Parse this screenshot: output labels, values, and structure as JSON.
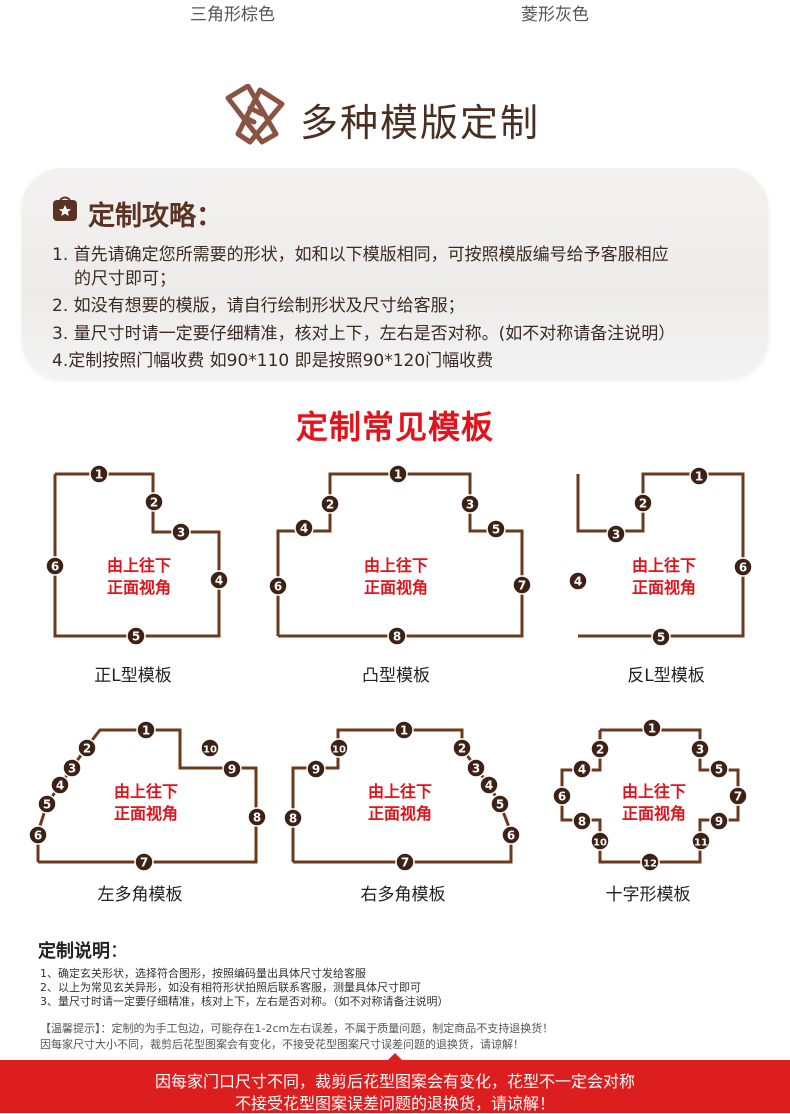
{
  "top_labels": [
    "三角形棕色",
    "菱形灰色"
  ],
  "heading": {
    "title": "多种模版定制",
    "icon": "pencil-ruler-icon"
  },
  "guide": {
    "icon": "star-bag-icon",
    "title": "定制攻略：",
    "lines": [
      "1. 首先请确定您所需要的形状，如和以下模版相同，可按照模版编号给予客服相应",
      "的尺寸即可；",
      "2. 如没有想要的模版，请自行绘制形状及尺寸给客服；",
      "3. 量尺寸时请一定要仔细精准，核对上下，左右是否对称。(如不对称请备注说明）",
      "4.定制按照门幅收费  如90*110  即是按照90*120门幅收费"
    ]
  },
  "templates_title": "定制常见模板",
  "templates": [
    {
      "caption": "正L型模板",
      "center_lines": [
        "由上往下",
        "正面视角"
      ]
    },
    {
      "caption": "凸型模板",
      "center_lines": [
        "由上往下",
        "正面视角"
      ]
    },
    {
      "caption": "反L型模板",
      "center_lines": [
        "由上往下",
        "正面视角"
      ]
    },
    {
      "caption": "左多角模板",
      "center_lines": [
        "由上往下",
        "正面视角"
      ]
    },
    {
      "caption": "右多角模板",
      "center_lines": [
        "由上往下",
        "正面视角"
      ]
    },
    {
      "caption": "十字形模板",
      "center_lines": [
        "由上往下",
        "正面视角"
      ]
    }
  ],
  "notes": {
    "title": "定制说明",
    "title_suffix": "：",
    "lines": [
      "1、确定玄关形状，选择符合图形，按照编码量出具体尺寸发给客服",
      "2、以上为常见玄关异形，如没有相符形状拍照后联系客服，测量具体尺寸即可",
      "3、量尺寸时请一定要仔细精准，核对上下，左右是否对称。（如不对称请备注说明）"
    ],
    "warm_lines": [
      "【温馨提示】：定制的为手工包边，可能存在1-2cm左右误差，不属于质量问题，制定商品不支持退换货！",
      "因每家尺寸大小不同，裁剪后花型图案会有变化，不接受花型图案尺寸误差问题的退换货，请谅解！"
    ]
  },
  "banner": {
    "lines": [
      "因每家门口尺寸不同，裁剪后花型图案会有变化，花型不一定会对称",
      "不接受花型图案误差问题的退换货，请谅解！"
    ]
  },
  "colors": {
    "accent_red": "#e3131b",
    "shape_brown": "#6b3a1c",
    "banner_red": "#dd1e1e"
  }
}
